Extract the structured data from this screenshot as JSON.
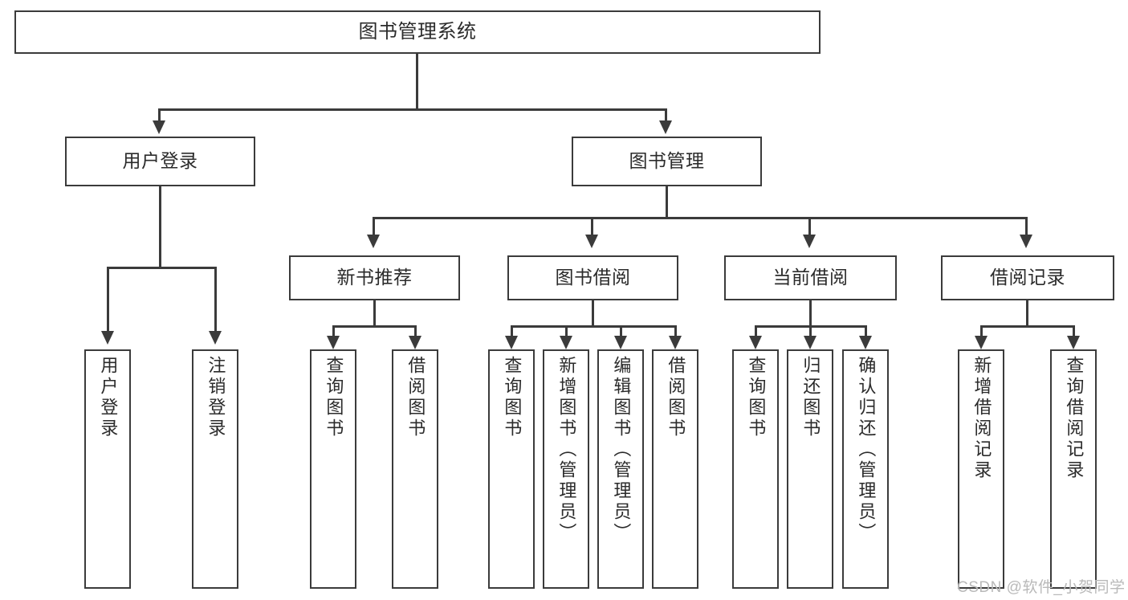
{
  "diagram": {
    "type": "tree-hierarchy-diagram",
    "title": "图书管理系统",
    "orientation": "top-down",
    "colors": {
      "box_border": "#3b3b3b",
      "box_fill": "#ffffff",
      "text": "#2b2b2b",
      "connector": "#3b3b3b",
      "watermark": "#b9b9b9"
    },
    "levels": {
      "level1": [
        "图书管理系统"
      ],
      "level2": [
        "用户登录",
        "图书管理"
      ],
      "level3": [
        "新书推荐",
        "图书借阅",
        "当前借阅",
        "借阅记录"
      ],
      "level4_count": 13
    },
    "root": {
      "label": "图书管理系统"
    },
    "level2": [
      {
        "label": "用户登录"
      },
      {
        "label": "图书管理"
      }
    ],
    "level3": [
      {
        "label": "新书推荐"
      },
      {
        "label": "图书借阅"
      },
      {
        "label": "当前借阅"
      },
      {
        "label": "借阅记录"
      }
    ],
    "leaves": {
      "user_login": [
        {
          "label": "用户登录"
        },
        {
          "label": "注销登录"
        }
      ],
      "new_book_recommend": [
        {
          "label": "查询图书"
        },
        {
          "label": "借阅图书"
        }
      ],
      "book_borrow": [
        {
          "label": "查询图书"
        },
        {
          "label": "新增图书（管理员）"
        },
        {
          "label": "编辑图书（管理员）"
        },
        {
          "label": "借阅图书"
        }
      ],
      "current_borrow": [
        {
          "label": "查询图书"
        },
        {
          "label": "归还图书"
        },
        {
          "label": "确认归还（管理员）"
        }
      ],
      "borrow_record": [
        {
          "label": "新增借阅记录"
        },
        {
          "label": "查询借阅记录"
        }
      ]
    },
    "watermark": "CSDN @软件_小贺同学"
  }
}
